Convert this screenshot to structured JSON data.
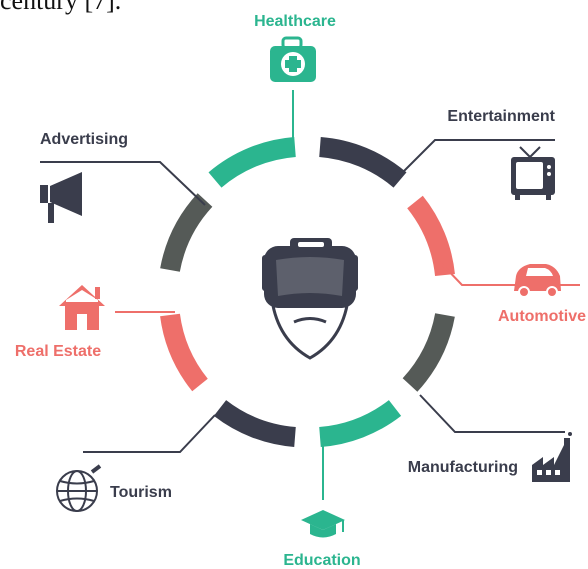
{
  "header_fragment": "century [7].",
  "categories": [
    {
      "label": "Healthcare",
      "color": "#2bb58f",
      "icon": "first-aid-kit-icon"
    },
    {
      "label": "Entertainment",
      "color": "#3a3d4c",
      "icon": "tv-icon"
    },
    {
      "label": "Automotive",
      "color": "#ee6f6a",
      "icon": "car-icon"
    },
    {
      "label": "Manufacturing",
      "color": "#3a3d4c",
      "icon": "factory-icon"
    },
    {
      "label": "Education",
      "color": "#2bb58f",
      "icon": "graduation-cap-icon"
    },
    {
      "label": "Tourism",
      "color": "#3a3d4c",
      "icon": "globe-plane-icon"
    },
    {
      "label": "Real Estate",
      "color": "#ee6f6a",
      "icon": "house-icon"
    },
    {
      "label": "Advertising",
      "color": "#3a3d4c",
      "icon": "megaphone-icon"
    }
  ],
  "ring_colors": {
    "teal": "#2bb58f",
    "dark": "#3a3d4c",
    "coral": "#ee6f6a",
    "grey": "#555a57"
  },
  "center_icon": "vr-headset-icon"
}
